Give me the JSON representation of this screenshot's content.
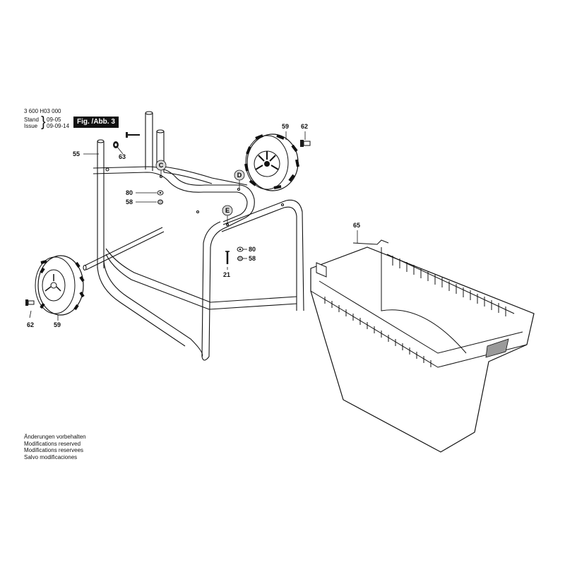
{
  "header": {
    "doc_number": "3 600 H03 000",
    "stand_label": "Stand",
    "issue_label": "Issue",
    "stand_date": "09-05",
    "issue_date": "09-09-14",
    "figure_label": "Fig. /Abb. 3"
  },
  "notes": [
    "Änderungen vorbehalten",
    "Modifications reserved",
    "Modifications reservees",
    "Salvo modificaciones"
  ],
  "parts": {
    "p55": "55",
    "p63": "63",
    "p80a": "80",
    "p58a": "58",
    "p59a": "59",
    "p62a": "62",
    "p80b": "80",
    "p58b": "58",
    "p21": "21",
    "p65": "65",
    "p62b": "62",
    "p59b": "59"
  },
  "callouts": {
    "c": "C",
    "d": "D",
    "e": "E"
  }
}
